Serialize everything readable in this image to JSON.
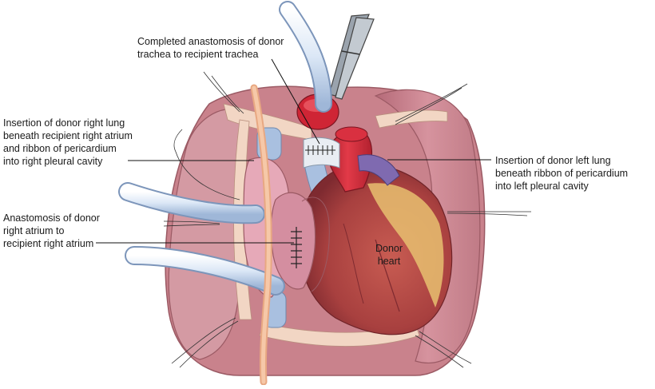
{
  "labels": {
    "trachea": "Completed anastomosis of donor\ntrachea to recipient trachea",
    "right_lung": "Insertion of donor right lung\nbeneath recipient right atrium\nand ribbon of pericardium\ninto right pleural cavity",
    "left_lung": "Insertion of donor left lung\nbeneath ribbon of pericardium\ninto left pleural cavity",
    "atrium": "Anastomosis of donor\nright atrium to\nrecipient right atrium",
    "heart": "Donor\nheart"
  },
  "colors": {
    "chest_wall": "#c9828c",
    "pericardium": "#f2d6c4",
    "lung": "#cf8d98",
    "heart": "#b04a4a",
    "heart_fat": "#e8c070",
    "aorta": "#d22a3a",
    "vein": "#a9c0e0",
    "tube": "#dfeaf8",
    "atrium": "#e6a9b8"
  }
}
